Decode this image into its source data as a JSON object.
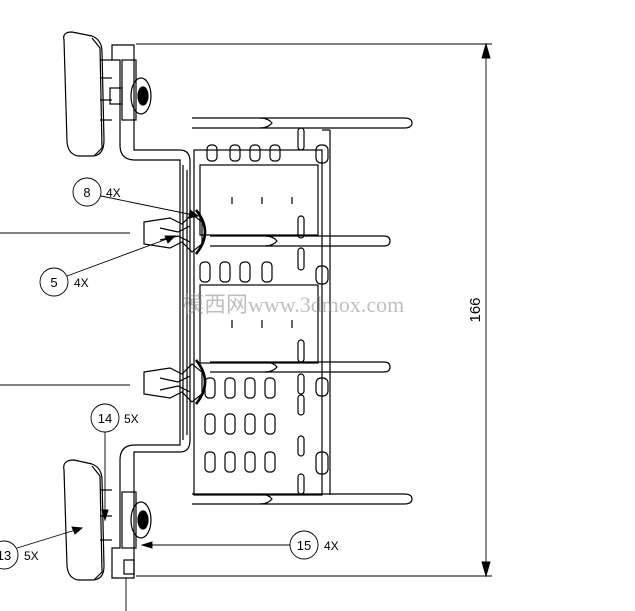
{
  "callouts": [
    {
      "id": "8",
      "qty": "4X"
    },
    {
      "id": "5",
      "qty": "4X"
    },
    {
      "id": "14",
      "qty": "5X"
    },
    {
      "id": "13",
      "qty": "5X"
    },
    {
      "id": "15",
      "qty": "4X"
    }
  ],
  "dimension": {
    "value": "166"
  },
  "watermark": {
    "text": "模西网www.3dmox.com"
  }
}
